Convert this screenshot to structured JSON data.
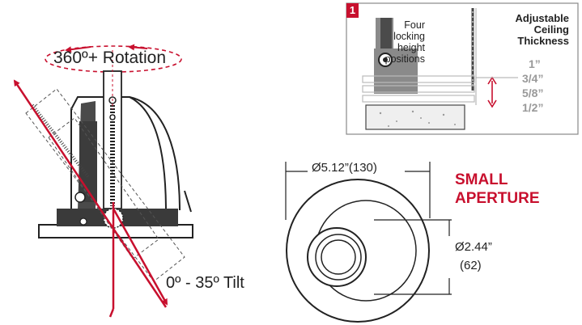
{
  "rotation_label": "360º+ Rotation",
  "tilt_label": "0º - 35º Tilt",
  "outer_diameter": "Ø5.12”(130)",
  "inner_diameter": "Ø2.44”",
  "inner_diameter_mm": "(62)",
  "aperture_title_line1": "SMALL",
  "aperture_title_line2": "APERTURE",
  "inset_number": "1",
  "locking_line1": "Four",
  "locking_line2": "locking",
  "locking_line3": "height",
  "locking_line4": "positions",
  "ceiling_line1": "Adjustable",
  "ceiling_line2": "Ceiling",
  "ceiling_line3": "Thickness",
  "thickness_1": "1”",
  "thickness_2": "3/4”",
  "thickness_3": "5/8”",
  "thickness_4": "1/2”",
  "colors": {
    "accent_red": "#c8102e",
    "line": "#222222",
    "gray": "#999999"
  }
}
